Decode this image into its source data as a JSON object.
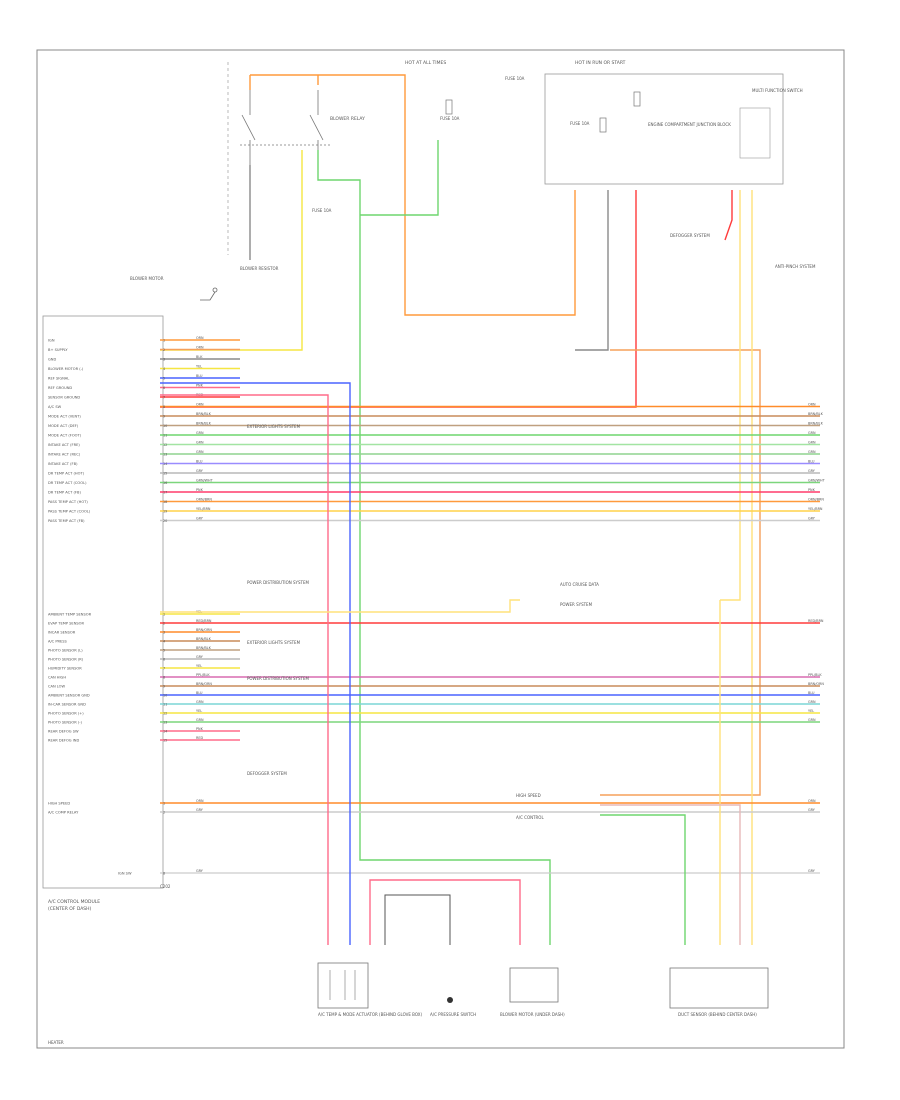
{
  "top_labels": {
    "hot_all_times": "HOT AT ALL TIMES",
    "hot_run_start": "HOT IN RUN OR START",
    "blower_relay": "BLOWER RELAY",
    "fuse_a": "FUSE 10A",
    "fuse_b": "FUSE 10A",
    "fuse_c": "FUSE 10A",
    "fuse_d": "FUSE 10A",
    "ecu_module": "ENGINE COMPARTMENT JUNCTION BLOCK",
    "module_right": "MULTI FUNCTION SWITCH",
    "defogger_left": "DEFOGGER SYSTEM",
    "defogger_right": "ANTI-PINCH SYSTEM",
    "blower_box": "BLOWER MOTOR",
    "resistor_box": "BLOWER RESISTOR"
  },
  "module": {
    "title": "A/C CONTROL MODULE",
    "subtitle": "(CENTER OF DASH)",
    "footer": "C202"
  },
  "rows": [
    {
      "label": "IGN",
      "pin": "1",
      "color": "#ff9a3c",
      "wire": "ORN",
      "right": ""
    },
    {
      "label": "B+ SUPPLY",
      "pin": "2",
      "color": "#f5a05a",
      "wire": "ORN",
      "right": ""
    },
    {
      "label": "GND",
      "pin": "3",
      "color": "#8a8a8a",
      "wire": "BLK",
      "right": ""
    },
    {
      "label": "BLOWER MOTOR (-)",
      "pin": "4",
      "color": "#f5e642",
      "wire": "YEL",
      "right": ""
    },
    {
      "label": "REF SIGNAL",
      "pin": "5",
      "color": "#4a63ff",
      "wire": "BLU",
      "right": ""
    },
    {
      "label": "REF GROUND",
      "pin": "6",
      "color": "#ff6b8a",
      "wire": "PNK",
      "right": ""
    },
    {
      "label": "SENSOR GROUND",
      "pin": "7",
      "color": "#ff3b3b",
      "wire": "RED",
      "right": ""
    },
    {
      "label": "A/C SW",
      "pin": "8",
      "color": "#ff8c2a",
      "wire": "ORN",
      "right": "ORN"
    },
    {
      "label": "MODE ACT (VENT)",
      "pin": "9",
      "color": "#c98b5a",
      "wire": "BRN/BLK",
      "right": "BRN/BLK"
    },
    {
      "label": "MODE ACT (DEF)",
      "pin": "10",
      "color": "#bfa080",
      "wire": "BRN/BLK",
      "right": "BRN/BLK"
    },
    {
      "label": "MODE ACT (FOOT)",
      "pin": "11",
      "color": "#6ed66e",
      "wire": "GRN",
      "right": "GRN"
    },
    {
      "label": "INTAKE ACT (FRE)",
      "pin": "12",
      "color": "#a3e4a3",
      "wire": "GRN",
      "right": "GRN"
    },
    {
      "label": "INTAKE ACT (REC)",
      "pin": "13",
      "color": "#8fd48f",
      "wire": "GRN",
      "right": "GRN"
    },
    {
      "label": "INTAKE ACT (FB)",
      "pin": "14",
      "color": "#9a8cff",
      "wire": "BLU",
      "right": "BLU"
    },
    {
      "label": "DR TEMP ACT (HOT)",
      "pin": "15",
      "color": "#b8b8b8",
      "wire": "GRY",
      "right": "GRY"
    },
    {
      "label": "DR TEMP ACT (COOL)",
      "pin": "16",
      "color": "#7cd67c",
      "wire": "GRN/WHT",
      "right": "GRN/WHT"
    },
    {
      "label": "DR TEMP ACT (FB)",
      "pin": "17",
      "color": "#ff3b6b",
      "wire": "PNK",
      "right": "PNK"
    },
    {
      "label": "PASS TEMP ACT (HOT)",
      "pin": "18",
      "color": "#ff9a3c",
      "wire": "ORN/BRN",
      "right": "ORN/BRN"
    },
    {
      "label": "PASS TEMP ACT (COOL)",
      "pin": "19",
      "color": "#ffd24a",
      "wire": "YEL/BRN",
      "right": "YEL/BRN"
    },
    {
      "label": "PASS TEMP ACT (FB)",
      "pin": "20",
      "color": "#cccccc",
      "wire": "GRY",
      "right": "GRY"
    }
  ],
  "rows2": [
    {
      "label": "AMBIENT TEMP SENSOR",
      "pin": "1",
      "color": "#f5e642",
      "wire": "YEL",
      "right": ""
    },
    {
      "label": "EVAP TEMP SENSOR",
      "pin": "2",
      "color": "#ff3b3b",
      "wire": "RED/BRN",
      "right": "RED/BRN"
    },
    {
      "label": "INCAR SENSOR",
      "pin": "3",
      "color": "#ff8c2a",
      "wire": "BRN/ORN",
      "right": ""
    },
    {
      "label": "A/C PRESS",
      "pin": "4",
      "color": "#c98b5a",
      "wire": "BRN/BLK",
      "right": ""
    },
    {
      "label": "PHOTO SENSOR (L)",
      "pin": "5",
      "color": "#bfa080",
      "wire": "BRN/BLK",
      "right": ""
    },
    {
      "label": "PHOTO SENSOR (R)",
      "pin": "6",
      "color": "#b8b8b8",
      "wire": "GRY",
      "right": ""
    },
    {
      "label": "HUMIDITY SENSOR",
      "pin": "7",
      "color": "#f5e642",
      "wire": "YEL",
      "right": ""
    },
    {
      "label": "CAN HIGH",
      "pin": "8",
      "color": "#d96bb0",
      "wire": "PPL/BLK",
      "right": "PPL/BLK"
    },
    {
      "label": "CAN LOW",
      "pin": "9",
      "color": "#c98b5a",
      "wire": "BRN/ORN",
      "right": "BRN/ORN"
    },
    {
      "label": "AMBIENT SENSOR GND",
      "pin": "10",
      "color": "#4a63ff",
      "wire": "BLU",
      "right": "BLU"
    },
    {
      "label": "IN-CAR SENSOR GND",
      "pin": "11",
      "color": "#7cd6d6",
      "wire": "GRN",
      "right": "GRN"
    },
    {
      "label": "PHOTO SENSOR (+)",
      "pin": "12",
      "color": "#f5e642",
      "wire": "YEL",
      "right": "YEL"
    },
    {
      "label": "PHOTO SENSOR (-)",
      "pin": "13",
      "color": "#7cd67c",
      "wire": "GRN",
      "right": "GRN"
    },
    {
      "label": "REAR DEFOG SW",
      "pin": "14",
      "color": "#ff6b8a",
      "wire": "PNK",
      "right": ""
    },
    {
      "label": "REAR DEFOG IND",
      "pin": "15",
      "color": "#ff6b8a",
      "wire": "RED",
      "right": ""
    }
  ],
  "rows3": [
    {
      "label": "HIGH SPEED",
      "pin": "1",
      "color": "#ff8c2a",
      "wire": "ORN",
      "right": "ORN"
    },
    {
      "label": "A/C COMP RELAY",
      "pin": "2",
      "color": "#cccccc",
      "wire": "GRY",
      "right": "GRY"
    }
  ],
  "bottom_row": {
    "label": "IGN SW",
    "pin": "8",
    "wire": "GRY",
    "right": "GRY"
  },
  "bottom_components": [
    {
      "label": "A/C TEMP & MODE ACTUATOR (BEHIND GLOVE BOX)"
    },
    {
      "label": "A/C PRESSURE SWITCH"
    },
    {
      "label": "BLOWER MOTOR (UNDER DASH)"
    },
    {
      "label": "DUCT SENSOR (BEHIND CENTER DASH)"
    }
  ],
  "mid_notes": {
    "ext_a": "EXTERIOR LIGHTS SYSTEM",
    "ext_b": "POWER DISTRIBUTION SYSTEM",
    "ext_c": "EXTERIOR LIGHTS SYSTEM",
    "ext_d": "POWER DISTRIBUTION SYSTEM",
    "defog": "DEFOGGER SYSTEM",
    "body_a": "AUTO CRUISE DATA",
    "body_b": "POWER SYSTEM",
    "hs_note": "HIGH SPEED",
    "acc_note": "A/C CONTROL",
    "tag": "HEATER"
  }
}
